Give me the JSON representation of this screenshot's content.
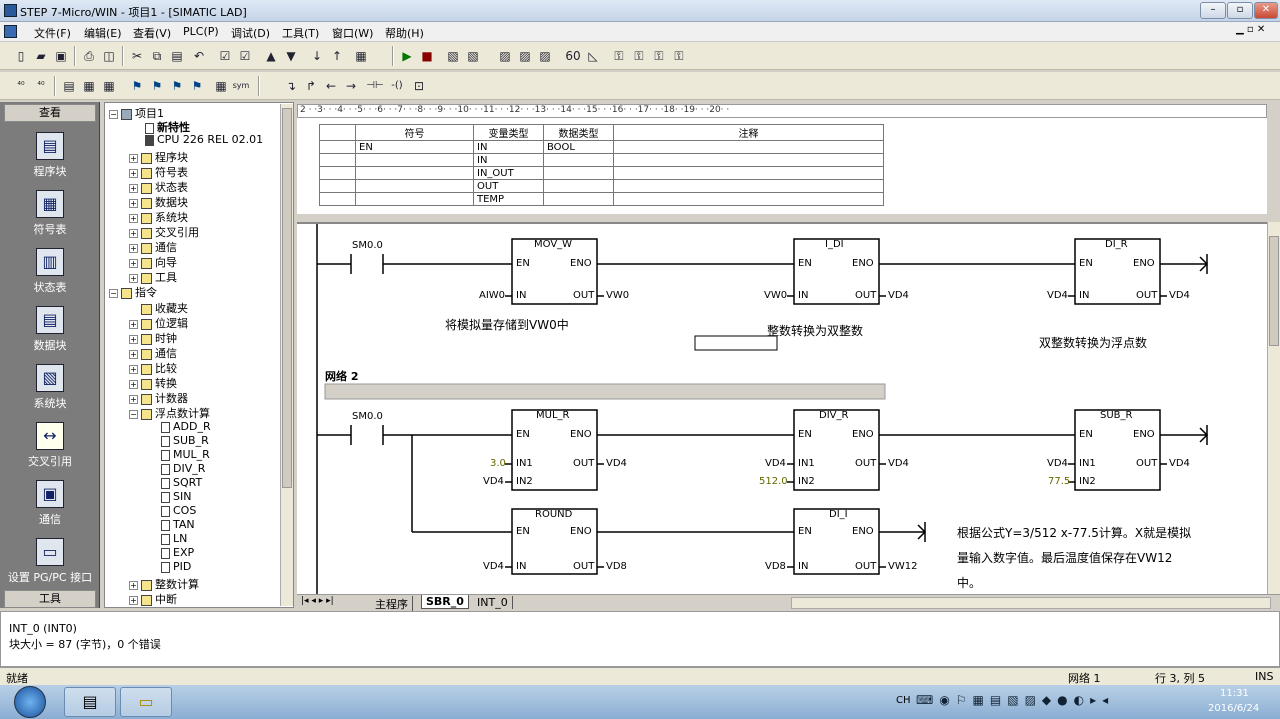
{
  "window": {
    "title": "STEP 7-Micro/WIN - 项目1 - [SIMATIC LAD]"
  },
  "menu": [
    "文件(F)",
    "编辑(E)",
    "查看(V)",
    "PLC(P)",
    "调试(D)",
    "工具(T)",
    "窗口(W)",
    "帮助(H)"
  ],
  "nav": {
    "header": "查看",
    "items": [
      "程序块",
      "符号表",
      "状态表",
      "数据块",
      "系统块",
      "交叉引用",
      "通信",
      "设置 PG/PC 接口"
    ],
    "footer": "工具"
  },
  "tree": {
    "project": "项目1",
    "new_features": "新特性",
    "cpu": "CPU 226 REL 02.01",
    "folders": [
      "程序块",
      "符号表",
      "状态表",
      "数据块",
      "系统块",
      "交叉引用",
      "通信",
      "向导",
      "工具"
    ],
    "instructions": "指令",
    "inst_items": [
      "收藏夹",
      "位逻辑",
      "时钟",
      "通信",
      "比较",
      "转换",
      "计数器"
    ],
    "float": "浮点数计算",
    "float_items": [
      "ADD_R",
      "SUB_R",
      "MUL_R",
      "DIV_R",
      "SQRT",
      "SIN",
      "COS",
      "TAN",
      "LN",
      "EXP",
      "PID"
    ],
    "after": [
      "整数计算",
      "中断"
    ]
  },
  "ruler": "2 · ·3· · ·4· · ·5· · ·6· · ·7· · ·8· · ·9· · ·10· · ·11· · ·12· · ·13· · ·14· · ·15· · ·16· · ·17· · ·18· ·19· · ·20· ·",
  "vartable": {
    "headers": [
      "符号",
      "变量类型",
      "数据类型",
      "注释"
    ],
    "rows": [
      [
        "EN",
        "IN",
        "BOOL",
        ""
      ],
      [
        "",
        "IN",
        "",
        ""
      ],
      [
        "",
        "IN_OUT",
        "",
        ""
      ],
      [
        "",
        "OUT",
        "",
        ""
      ],
      [
        "",
        "TEMP",
        "",
        ""
      ]
    ]
  },
  "net1": {
    "contact": "SM0.0",
    "b1": {
      "name": "MOV_W",
      "in": "AIW0",
      "out": "VW0"
    },
    "b2": {
      "name": "I_DI",
      "in": "VW0",
      "out": "VD4"
    },
    "b3": {
      "name": "DI_R",
      "in": "VD4",
      "out": "VD4"
    },
    "c1": "将模拟量存储到VW0中",
    "c2": "整数转换为双整数",
    "c3": "双整数转换为浮点数"
  },
  "net2": {
    "title": "网络 2",
    "contact": "SM0.0",
    "b1": {
      "name": "MUL_R",
      "in1": "3.0",
      "in2": "VD4",
      "out": "VD4"
    },
    "b2": {
      "name": "DIV_R",
      "in1": "VD4",
      "in2": "512.0",
      "out": "VD4"
    },
    "b3": {
      "name": "SUB_R",
      "in1": "VD4",
      "in2": "77.5",
      "out": "VD4"
    },
    "b4": {
      "name": "ROUND",
      "in": "VD4",
      "out": "VD8"
    },
    "b5": {
      "name": "DI_I",
      "in": "VD8",
      "out": "VW12"
    },
    "comment": [
      "根据公式Y=3/512 x-77.5计算。X就是模拟",
      "量输入数字值。最后温度值保存在VW12",
      "中。"
    ]
  },
  "pins": {
    "en": "EN",
    "eno": "ENO",
    "in": "IN",
    "out": "OUT",
    "in1": "IN1",
    "in2": "IN2"
  },
  "tabs": [
    "主程序",
    "SBR_0",
    "INT_0"
  ],
  "output": [
    "INT_0 (INT0)",
    "块大小 = 87 (字节)，0 个错误"
  ],
  "status": {
    "ready": "就绪",
    "network": "网络 1",
    "pos": "行 3, 列 5",
    "mode": "INS"
  },
  "taskbar": {
    "time": "11:31",
    "date": "2016/6/24",
    "lang": "CH"
  }
}
